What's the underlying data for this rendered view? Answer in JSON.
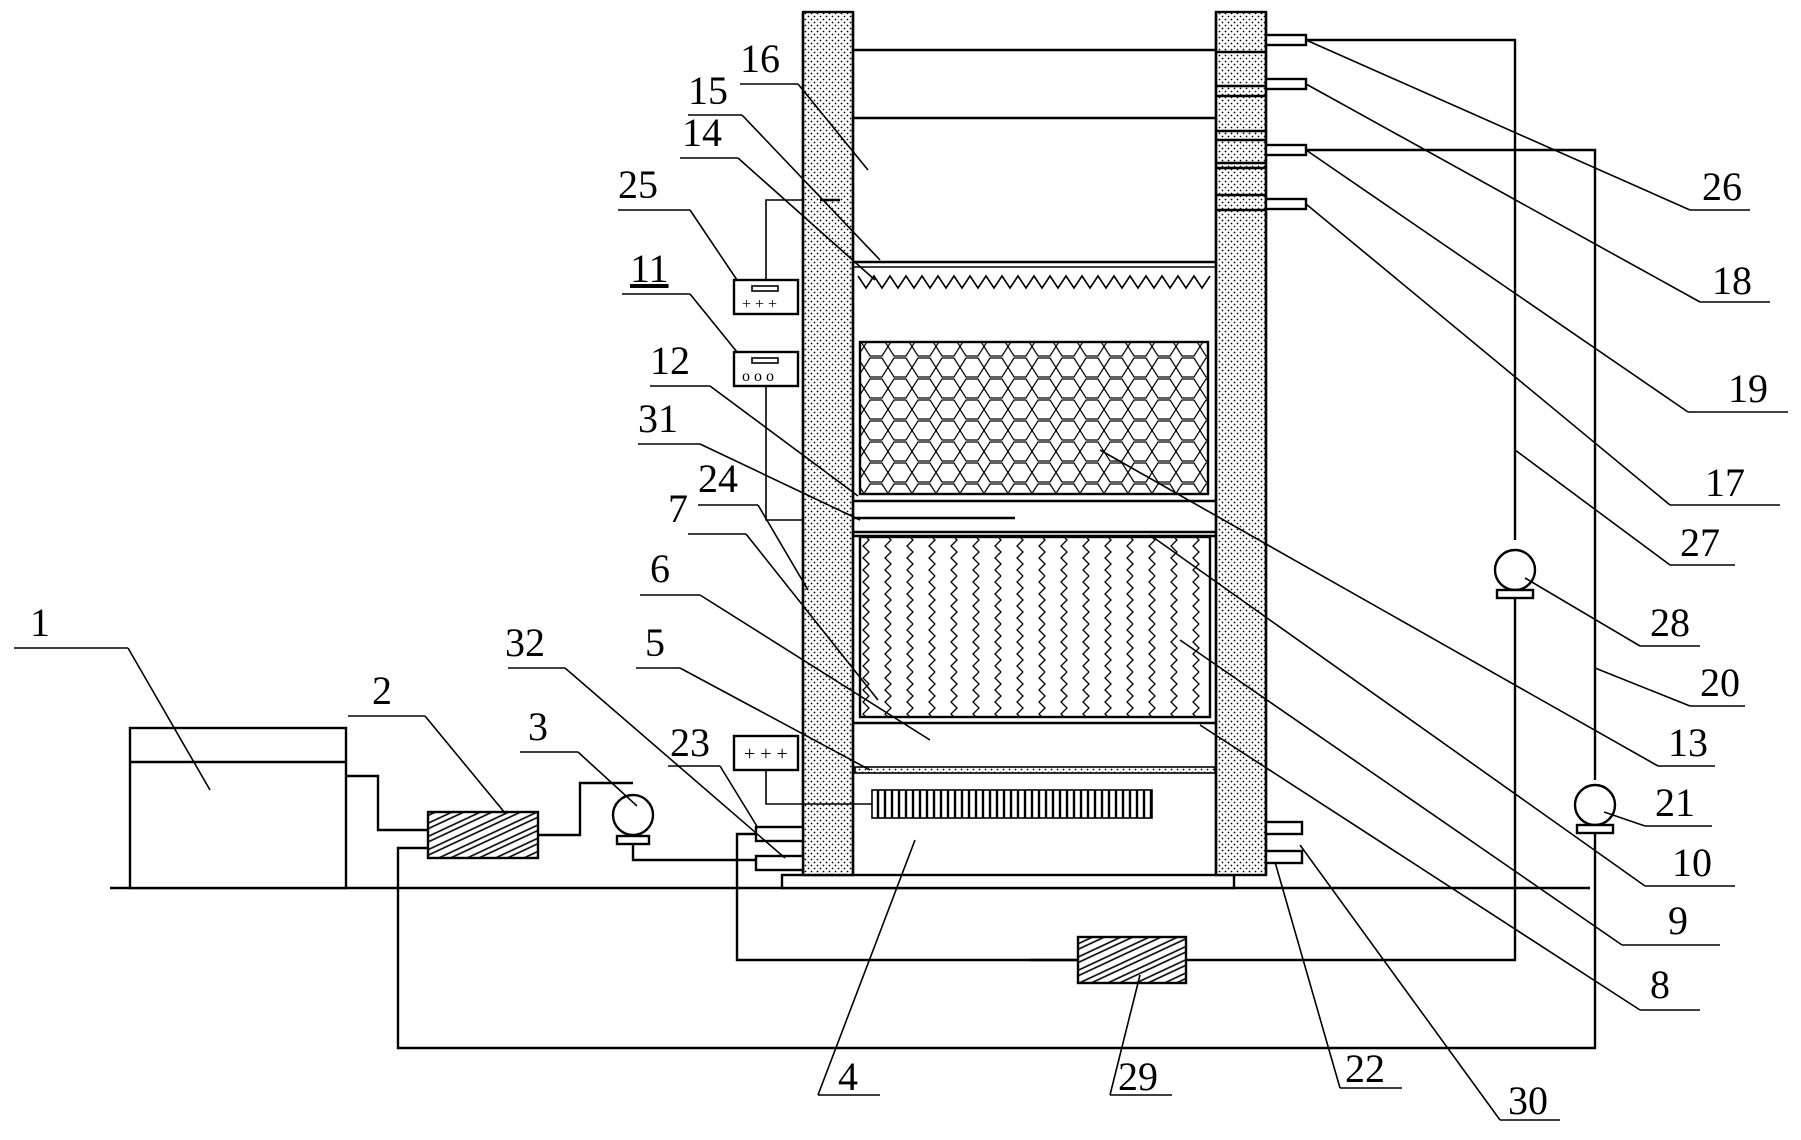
{
  "labels": {
    "l1": "1",
    "l2": "2",
    "l3": "3",
    "l4": "4",
    "l5": "5",
    "l6": "6",
    "l7": "7",
    "l8": "8",
    "l9": "9",
    "l10": "10",
    "l11": "11",
    "l12": "12",
    "l13": "13",
    "l14": "14",
    "l15": "15",
    "l16": "16",
    "l17": "17",
    "l18": "18",
    "l19": "19",
    "l20": "20",
    "l21": "21",
    "l22": "22",
    "l23": "23",
    "l24": "24",
    "l25": "25",
    "l26": "26",
    "l27": "27",
    "l28": "28",
    "l29": "29",
    "l30": "30",
    "l31": "31",
    "l32": "32"
  },
  "colors": {
    "line": "#000000",
    "background": "#ffffff"
  }
}
